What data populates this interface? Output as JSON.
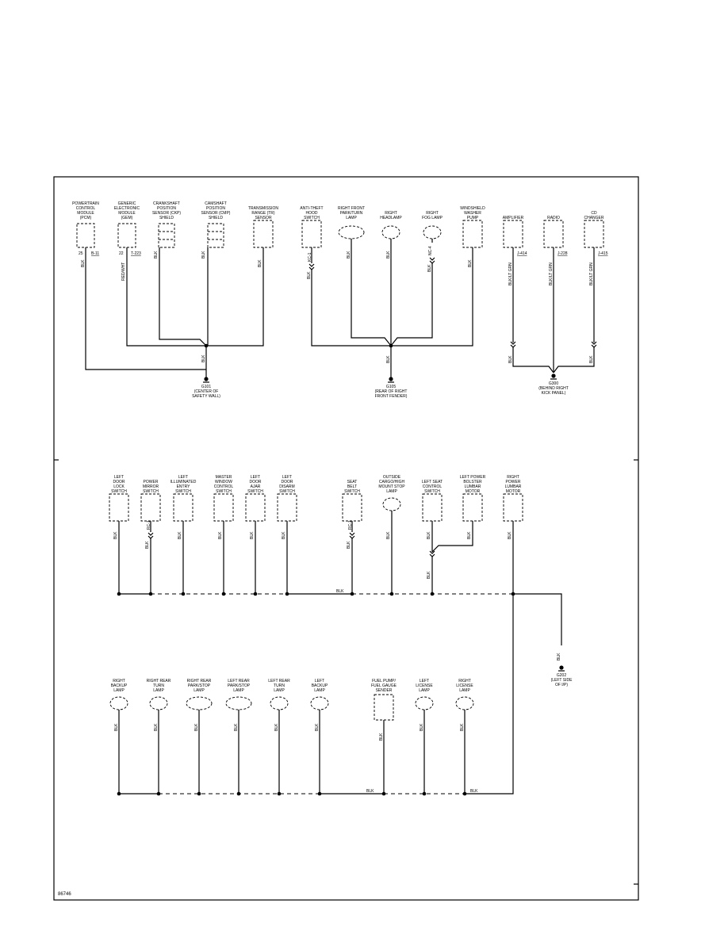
{
  "figure_id": "86746",
  "ground_points": [
    {
      "id": "g101",
      "label": [
        "G101",
        "(CENTER OF",
        "SAFETY WALL)"
      ],
      "wire": "BLK"
    },
    {
      "id": "g105",
      "label": [
        "G105",
        "(REAR OF RIGHT",
        "FRONT FENDER)"
      ],
      "wire": "BLK"
    },
    {
      "id": "g300",
      "label": [
        "G300",
        "(BEHIND RIGHT",
        "KICK PANEL)"
      ],
      "wire": "BLK"
    },
    {
      "id": "g202",
      "label": [
        "G202",
        "(LEFT SIDE",
        "OF I/P)"
      ],
      "wire": "BLK"
    }
  ],
  "components_row1": [
    {
      "id": "pcm",
      "label": [
        "POWERTRAIN",
        "CONTROL",
        "MODULE",
        "(PCM)"
      ],
      "pin": "25",
      "ref": "B-11",
      "wire": "BLK"
    },
    {
      "id": "gem",
      "label": [
        "GENERIC",
        "ELECTRONIC",
        "MODULE",
        "(GEM)"
      ],
      "pin": "22",
      "ref": "T-223",
      "wire": "RED/WHT"
    },
    {
      "id": "ckp",
      "label": [
        "CRANKSHAFT",
        "POSITION",
        "SENSOR (CKP)",
        "SHIELD"
      ],
      "wire": "BLK"
    },
    {
      "id": "cmp",
      "label": [
        "CAMSHAFT",
        "POSITION",
        "SENSOR (CMP)",
        "SHIELD"
      ],
      "wire": "BLK"
    },
    {
      "id": "tr",
      "label": [
        "TRANSMISSION",
        "RANGE (TR)",
        "SENSOR"
      ],
      "wire": "BLK"
    },
    {
      "id": "antitheft",
      "label": [
        "ANTI-THEFT",
        "HOOD",
        "SWITCH"
      ],
      "wire": "BLK",
      "connector": "KC-1"
    },
    {
      "id": "rfpark",
      "label": [
        "RIGHT FRONT",
        "PARK/TURN",
        "LAMP"
      ],
      "wire": "BLK"
    },
    {
      "id": "rhead",
      "label": [
        "RIGHT",
        "HEADLAMP"
      ],
      "wire": "BLK"
    },
    {
      "id": "rfog",
      "label": [
        "RIGHT",
        "FOG LAMP"
      ],
      "wire": "BLK",
      "connector": "NC-4"
    },
    {
      "id": "washer",
      "label": [
        "WINDSHIELD",
        "WASHER",
        "PUMP"
      ],
      "wire": "BLK"
    },
    {
      "id": "amp",
      "label": [
        "AMPLIFIER"
      ],
      "ref": "J-414",
      "wire": "BLK/LT GRN"
    },
    {
      "id": "radio",
      "label": [
        "RADIO"
      ],
      "ref": "J-228",
      "wire": "BLK/LT GRN"
    },
    {
      "id": "cd",
      "label": [
        "CD",
        "CHANGER"
      ],
      "ref": "J-415",
      "wire": "BLK/LT GRN"
    }
  ],
  "components_row2": [
    {
      "id": "ldoorlock",
      "label": [
        "LEFT",
        "DOOR",
        "LOCK",
        "SWITCH"
      ],
      "wire": "BLK"
    },
    {
      "id": "pmirror",
      "label": [
        "POWER",
        "MIRROR",
        "SWITCH"
      ],
      "wire": "BLK",
      "connector": "RC-1"
    },
    {
      "id": "lillum",
      "label": [
        "LEFT",
        "ILLUMINATED",
        "ENTRY",
        "SWITCH"
      ],
      "wire": "BLK"
    },
    {
      "id": "master",
      "label": [
        "MASTER",
        "WINDOW",
        "CONTROL",
        "SWITCH"
      ],
      "wire": "BLK"
    },
    {
      "id": "lajar",
      "label": [
        "LEFT",
        "DOOR",
        "AJAR",
        "SWITCH"
      ],
      "wire": "BLK"
    },
    {
      "id": "ldisarm",
      "label": [
        "LEFT",
        "DOOR",
        "DISARM",
        "SWITCH"
      ],
      "wire": "BLK"
    },
    {
      "id": "seatbelt",
      "label": [
        "SEAT",
        "BELT",
        "SWITCH"
      ],
      "wire": "BLK",
      "connector": "RC-1"
    },
    {
      "id": "cargo",
      "label": [
        "OUTSIDE",
        "CARGO/HIGH",
        "MOUNT STOP",
        "LAMP"
      ],
      "wire": "BLK"
    },
    {
      "id": "lseat",
      "label": [
        "LEFT SEAT",
        "CONTROL",
        "SWITCH"
      ],
      "wire": "BLK"
    },
    {
      "id": "lbolster",
      "label": [
        "LEFT POWER",
        "BOLSTER",
        "LUMBAR",
        "MOTOR"
      ],
      "wire": "BLK"
    },
    {
      "id": "rlumbar",
      "label": [
        "RIGHT",
        "POWER",
        "LUMBAR",
        "MOTOR"
      ],
      "wire": "BLK"
    }
  ],
  "components_row3": [
    {
      "id": "rbackup",
      "label": [
        "RIGHT",
        "BACKUP",
        "LAMP"
      ],
      "wire": "BLK"
    },
    {
      "id": "rrturn",
      "label": [
        "RIGHT REAR",
        "TURN",
        "LAMP"
      ],
      "wire": "BLK"
    },
    {
      "id": "rrpark",
      "label": [
        "RIGHT REAR",
        "PARK/STOP",
        "LAMP"
      ],
      "wire": "BLK"
    },
    {
      "id": "lrpark",
      "label": [
        "LEFT REAR",
        "PARK/STOP",
        "LAMP"
      ],
      "wire": "BLK"
    },
    {
      "id": "lrturn",
      "label": [
        "LEFT REAR",
        "TURN",
        "LAMP"
      ],
      "wire": "BLK"
    },
    {
      "id": "lbackup",
      "label": [
        "LEFT",
        "BACKUP",
        "LAMP"
      ],
      "wire": "BLK"
    },
    {
      "id": "fuel",
      "label": [
        "FUEL PUMP/",
        "FUEL GAUGE",
        "SENDER"
      ],
      "wire": "BLK"
    },
    {
      "id": "llicense",
      "label": [
        "LEFT",
        "LICENSE",
        "LAMP"
      ],
      "wire": "BLK"
    },
    {
      "id": "rlicense",
      "label": [
        "RIGHT",
        "LICENSE",
        "LAMP"
      ],
      "wire": "BLK"
    }
  ],
  "bus_labels": {
    "row2": "BLK",
    "row3a": "BLK",
    "row3b": "BLK"
  }
}
